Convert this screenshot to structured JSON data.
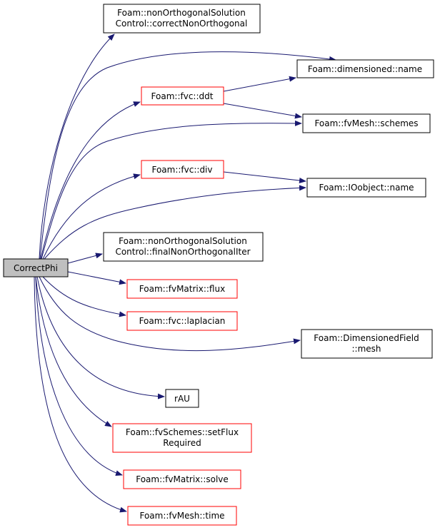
{
  "graph": {
    "root": "CorrectPhi",
    "nodes": {
      "correct_non_orth": [
        "Foam::nonOrthogonalSolution",
        "Control::correctNonOrthogonal"
      ],
      "dimensioned_name": "Foam::dimensioned::name",
      "fvc_ddt": "Foam::fvc::ddt",
      "fvmesh_schemes": "Foam::fvMesh::schemes",
      "fvc_div": "Foam::fvc::div",
      "ioobject_name": "Foam::IOobject::name",
      "final_non_orth": [
        "Foam::nonOrthogonalSolution",
        "Control::finalNonOrthogonalIter"
      ],
      "fvmatrix_flux": "Foam::fvMatrix::flux",
      "fvc_laplacian": "Foam::fvc::laplacian",
      "dimfield_mesh": [
        "Foam::DimensionedField",
        "::mesh"
      ],
      "rau": "rAU",
      "set_flux_required": [
        "Foam::fvSchemes::setFlux",
        "Required"
      ],
      "fvmatrix_solve": "Foam::fvMatrix::solve",
      "fvmesh_time": "Foam::fvMesh::time"
    },
    "colors": {
      "edge": "#191970",
      "incomplete_border": "#ff0000",
      "root_fill": "#bfbfbf"
    }
  }
}
